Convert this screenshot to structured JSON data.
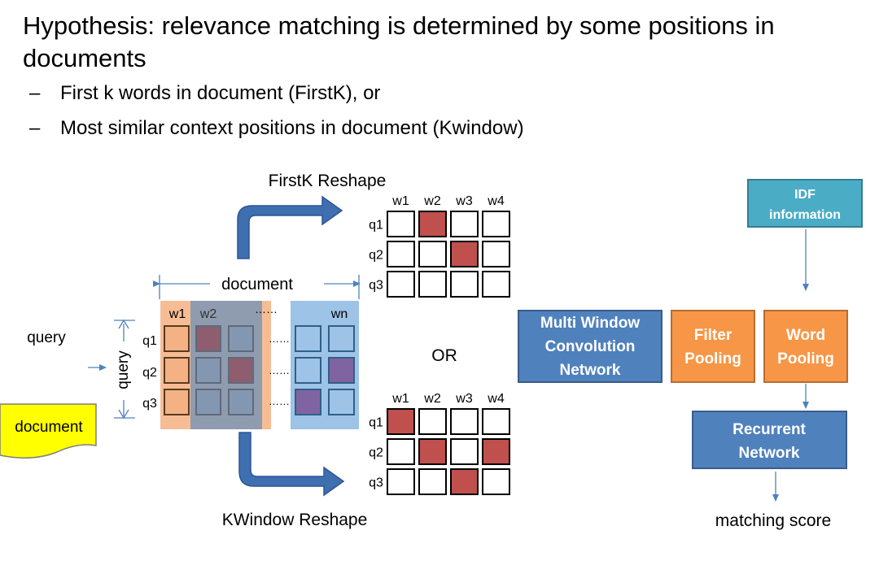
{
  "slide": {
    "title": "Hypothesis: relevance matching is determined by some positions in documents",
    "bullets": [
      "First k words in document (FirstK), or",
      "Most similar context positions in document (Kwindow)"
    ]
  },
  "diagram": {
    "firstk_label": "FirstK Reshape",
    "kwindow_label": "KWindow Reshape",
    "or_label": "OR",
    "query_label": "query",
    "query_axis_label": "query",
    "document_axis_label": "document",
    "document_box_label": "document",
    "dots": "……",
    "input_cols": [
      "w1",
      "w2",
      "wn"
    ],
    "output_cols": [
      "w1",
      "w2",
      "w3",
      "w4"
    ],
    "rows": [
      "q1",
      "q2",
      "q3"
    ],
    "firstk_highlight": [
      [
        0,
        1
      ],
      [
        1,
        2
      ]
    ],
    "kwindow_highlight": [
      [
        0,
        0
      ],
      [
        1,
        1
      ],
      [
        1,
        3
      ],
      [
        2,
        2
      ]
    ],
    "boxes": {
      "multi_window": [
        "Multi Window",
        "Convolution",
        "Network"
      ],
      "filter_pooling": [
        "Filter",
        "Pooling"
      ],
      "word_pooling": [
        "Word",
        "Pooling"
      ],
      "idf": [
        "IDF",
        "information"
      ],
      "recurrent": [
        "Recurrent",
        "Network"
      ]
    },
    "matching_score_label": "matching score",
    "colors": {
      "highlight": "#C0504D",
      "blue_box": "#4F81BD",
      "orange_box": "#F79646",
      "teal_box": "#4BACC6",
      "arrow_blue": "#4F81BD",
      "doc_note": "#FFFF00"
    }
  }
}
